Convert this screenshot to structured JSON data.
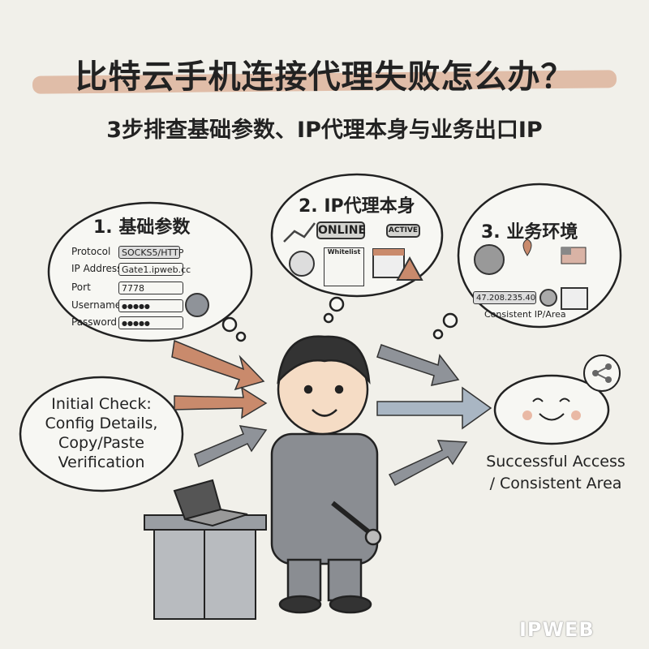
{
  "title": "比特云手机连接代理失败怎么办？",
  "subtitle": "3步排查基础参数、IP代理本身与业务出口IP",
  "step1": {
    "heading": "1. 基础参数",
    "fields": [
      {
        "label": "Protocol",
        "value": "SOCKS5/HTTP"
      },
      {
        "label": "IP Address",
        "value": "Gate1.ipweb.cc"
      },
      {
        "label": "Port",
        "value": "7778"
      },
      {
        "label": "Username",
        "value": "●●●●●"
      },
      {
        "label": "Password",
        "value": "●●●●●"
      }
    ]
  },
  "step2": {
    "heading": "2. IP代理本身",
    "online": "ONLINE",
    "active": "ACTIVE",
    "whitelist": "Whitelist"
  },
  "step3": {
    "heading": "3. 业务环境",
    "ip": "47.208.235.40",
    "caption": "Consistent IP/Area"
  },
  "initial_check": {
    "lines": [
      "Initial Check:",
      "Config Details,",
      "Copy/Paste",
      "Verification"
    ]
  },
  "result": {
    "lines": [
      "Successful Access",
      "/ Consistent Area"
    ]
  },
  "logo": "IPWEB",
  "colors": {
    "accent": "#c98a6c",
    "gray": "#8f9399",
    "blue_arrow": "#a9b6c3"
  }
}
